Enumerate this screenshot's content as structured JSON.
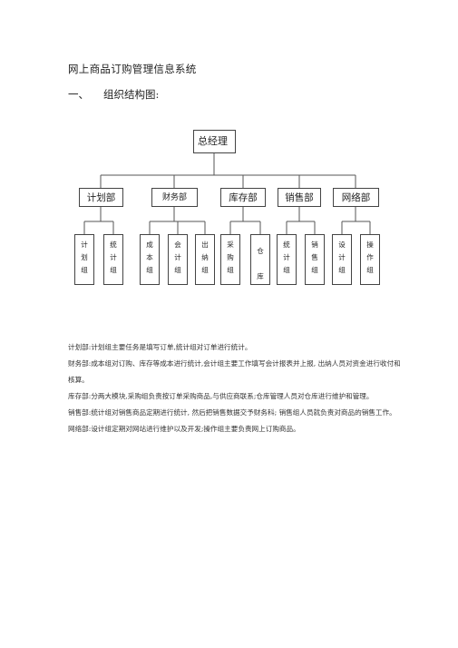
{
  "document": {
    "title": "网上商品订购管理信息系统",
    "section_number": "一、",
    "section_title": "组织结构图:"
  },
  "org_chart": {
    "root": "总经理",
    "departments": [
      {
        "name": "计划部",
        "groups": [
          "计划组",
          "统计组"
        ]
      },
      {
        "name": "财务部",
        "groups": [
          "成本组",
          "会计组",
          "出纳组"
        ]
      },
      {
        "name": "库存部",
        "groups": [
          "采购组",
          "仓库"
        ]
      },
      {
        "name": "销售部",
        "groups": [
          "统计组",
          "销售组"
        ]
      },
      {
        "name": "网络部",
        "groups": [
          "设计组",
          "操作组"
        ]
      }
    ]
  },
  "paragraphs": [
    "计划部:计划组主要任务是填写订单,统计组对订单进行统计。",
    "财务部:成本组对订购、库存等成本进行统计,会计组主要工作填写会计报表并上报, 出纳人员对资金进行收付和核算。",
    "库存部:分两大模块,采购组负责按订单采购商品,与供应商联系;仓库管理人员对仓库进行维护和管理。",
    "销售部:统计组对销售商品定期进行统计, 然后把销售数据交予财务科; 销售组人员就负责对商品的销售工作。",
    "网络部:设计组定期对网站进行维护以及开发;操作组主要负责网上订购商品。"
  ]
}
